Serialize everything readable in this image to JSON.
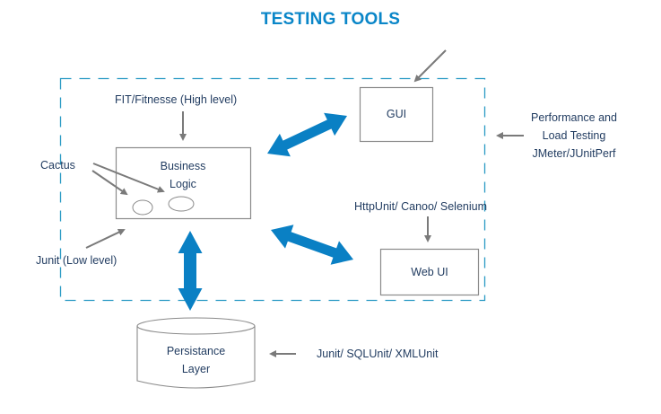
{
  "title": "TESTING TOOLS",
  "colors": {
    "title": "#0a86c8",
    "text": "#1f3a5f",
    "blue_arrow": "#0a80c4",
    "gray_arrow": "#7a7a7a",
    "box_border": "#8a8a8a",
    "dashed_border": "#2a9ac4"
  },
  "nodes": {
    "business_logic": {
      "line1": "Business",
      "line2": "Logic"
    },
    "gui": {
      "label": "GUI"
    },
    "web_ui": {
      "label": "Web UI"
    },
    "persistence": {
      "line1": "Persistance",
      "line2": "Layer"
    }
  },
  "tools": {
    "fit": "FIT/Fitnesse (High level)",
    "cactus": "Cactus",
    "junit_low": "Junit (Low level)",
    "performance": {
      "line1": "Performance and",
      "line2": "Load Testing",
      "line3": "JMeter/JUnitPerf"
    },
    "web": "HttpUnit/ Canoo/ Selenium",
    "persistence": "Junit/ SQLUnit/ XMLUnit"
  }
}
